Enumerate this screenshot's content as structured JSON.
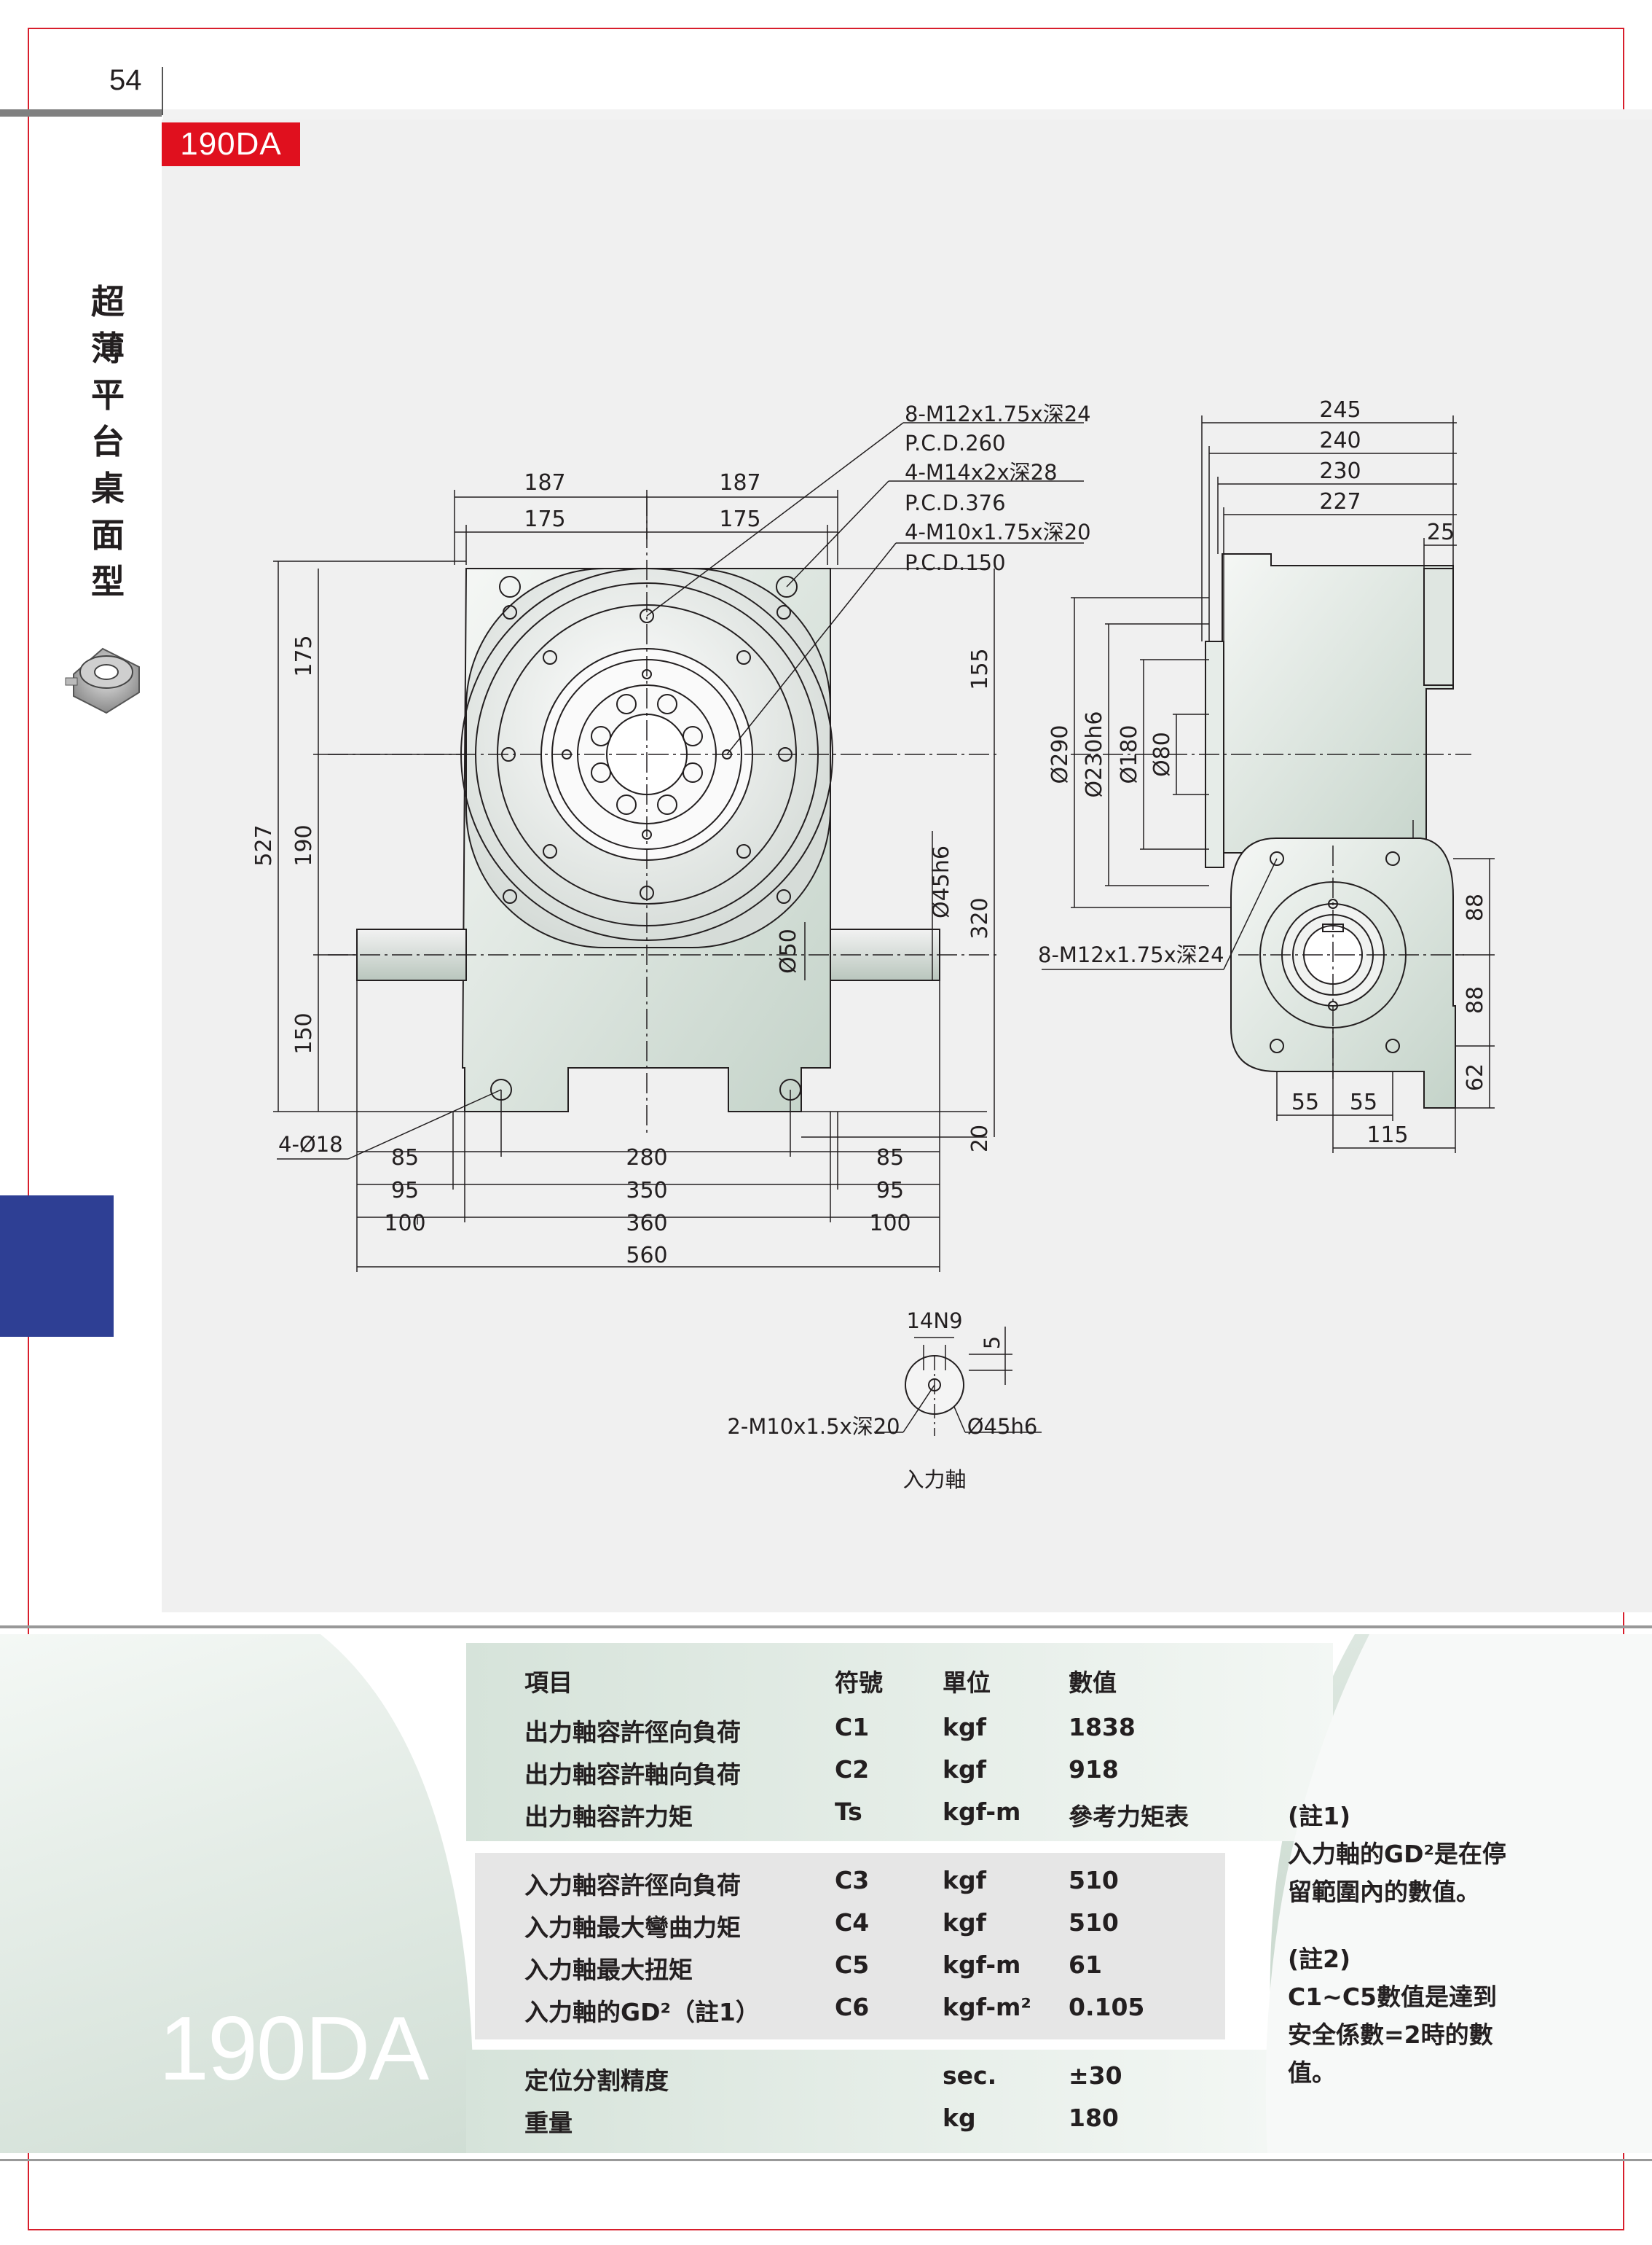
{
  "page": {
    "number": "54",
    "model_tag": "190DA",
    "category": "超薄平台桌面型"
  },
  "drawing": {
    "front": {
      "top_dims": [
        "187",
        "187",
        "175",
        "175"
      ],
      "left_dims": [
        "527",
        "175",
        "190",
        "150"
      ],
      "right_dims": [
        "155",
        "320",
        "20"
      ],
      "bottom_dims": [
        "85",
        "280",
        "85",
        "95",
        "350",
        "95",
        "100",
        "360",
        "100",
        "560"
      ],
      "callouts": [
        "8-M12x1.75x深24",
        "P.C.D.260",
        "4-M14x2x深28",
        "P.C.D.376",
        "4-M10x1.75x深20",
        "P.C.D.150"
      ],
      "hole_note": "4-Ø18",
      "shaft_dims": [
        "Ø45h6",
        "Ø50"
      ]
    },
    "side": {
      "top_dims": [
        "245",
        "240",
        "230",
        "227",
        "25"
      ],
      "dia_dims": [
        "Ø290",
        "Ø230h6",
        "Ø180",
        "Ø80"
      ],
      "right_dims": [
        "88",
        "88",
        "62"
      ],
      "bottom_dims": [
        "55",
        "55",
        "115"
      ],
      "callout": "8-M12x1.75x深24"
    },
    "shaft_detail": {
      "key": "14N9",
      "depth": "5",
      "hole": "2-M10x1.5x深20",
      "dia": "Ø45h6",
      "caption": "入力軸"
    }
  },
  "spec": {
    "model": "190DA",
    "header": {
      "item": "項目",
      "symbol": "符號",
      "unit": "單位",
      "value": "數值"
    },
    "group1": [
      {
        "item": "出力軸容許徑向負荷",
        "symbol": "C1",
        "unit": "kgf",
        "value": "1838"
      },
      {
        "item": "出力軸容許軸向負荷",
        "symbol": "C2",
        "unit": "kgf",
        "value": "918"
      },
      {
        "item": "出力軸容許力矩",
        "symbol": "Ts",
        "unit": "kgf-m",
        "value": "參考力矩表"
      }
    ],
    "group2": [
      {
        "item": "入力軸容許徑向負荷",
        "symbol": "C3",
        "unit": "kgf",
        "value": "510"
      },
      {
        "item": "入力軸最大彎曲力矩",
        "symbol": "C4",
        "unit": "kgf",
        "value": "510"
      },
      {
        "item": "入力軸最大扭矩",
        "symbol": "C5",
        "unit": "kgf-m",
        "value": "61"
      },
      {
        "item": "入力軸的GD²（註1）",
        "symbol": "C6",
        "unit": "kgf-m²",
        "value": "0.105"
      }
    ],
    "group3": [
      {
        "item": "定位分割精度",
        "symbol": "",
        "unit": "sec.",
        "value": "±30"
      },
      {
        "item": "重量",
        "symbol": "",
        "unit": "kg",
        "value": "180"
      }
    ],
    "notes": {
      "n1_title": "(註1)",
      "n1_l1": "入力軸的GD²是在停",
      "n1_l2": "留範圍內的數值。",
      "n2_title": "(註2)",
      "n2_l1": "C1~C5數值是達到",
      "n2_l2": "安全係數=2時的數",
      "n2_l3": "值。"
    }
  }
}
